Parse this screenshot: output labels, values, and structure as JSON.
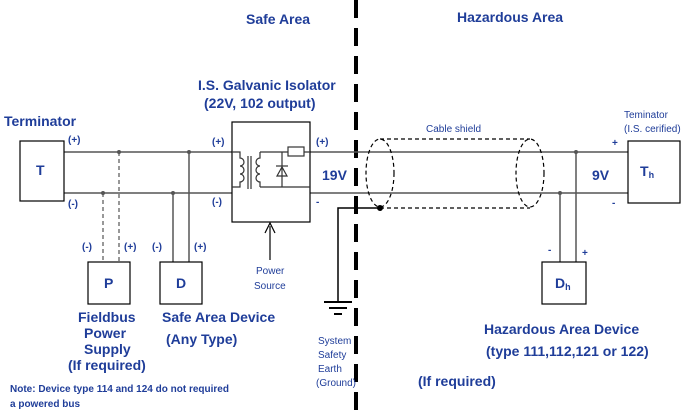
{
  "areas": {
    "safe": "Safe Area",
    "hazardous": "Hazardous Area"
  },
  "isolator": {
    "title": "I.S. Galvanic Isolator",
    "subtitle": "(22V, 102 output)",
    "voltage_out": "19V"
  },
  "power_source": {
    "line1": "Power",
    "line2": "Source"
  },
  "terminator_left": {
    "label": "Terminator",
    "box": "T"
  },
  "terminator_right": {
    "line1": "Teminator",
    "line2": "(I.S. cerified)",
    "box_main": "T",
    "box_sub": "h"
  },
  "cable_shield": "Cable shield",
  "hazard_voltage": "9V",
  "polarity": {
    "plus_paren": "(+)",
    "minus_paren": "(-)",
    "plus": "+",
    "minus": "-"
  },
  "fieldbus_supply": {
    "box": "P",
    "line1": "Fieldbus",
    "line2": "Power",
    "line3": "Supply",
    "line4": "(If required)"
  },
  "safe_device": {
    "box": "D",
    "line1": "Safe Area Device",
    "line2": "(Any Type)"
  },
  "earth": {
    "line1": "System",
    "line2": "Safety",
    "line3": "Earth",
    "line4": "(Ground)"
  },
  "hazard_device": {
    "box_main": "D",
    "box_sub": "h",
    "line1": "Hazardous Area Device",
    "line2": "(type 111,112,121 or 122)",
    "line3": "(If required)"
  },
  "note": {
    "line1": "Note: Device type 114 and  124 do not required",
    "line2": "a powered bus"
  },
  "colors": {
    "label": "#1f3d99",
    "wire": "#555555",
    "line": "#000000"
  }
}
